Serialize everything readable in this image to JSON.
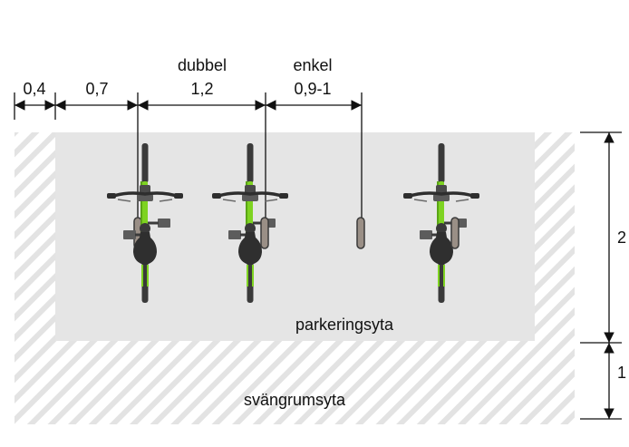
{
  "dimensions": {
    "top": [
      {
        "value": "0,4"
      },
      {
        "value": "0,7"
      },
      {
        "value": "1,2",
        "heading": "dubbel"
      },
      {
        "value": "0,9-1",
        "heading": "enkel"
      }
    ],
    "right": [
      {
        "value": "2"
      },
      {
        "value": "1"
      }
    ]
  },
  "areas": {
    "parking_label": "parkeringsyta",
    "turning_label": "svängrumsyta"
  },
  "colors": {
    "parking_fill": "#e5e5e5",
    "hatch_line": "#e3e3e3",
    "bike_frame": "#7ed321",
    "bike_dark": "#3a3a3a",
    "rack_stand": "#9a8f86"
  },
  "bikes": [
    {
      "stand_side": "left"
    },
    {
      "stand_side": "right"
    },
    {
      "stand_side": "right"
    }
  ]
}
